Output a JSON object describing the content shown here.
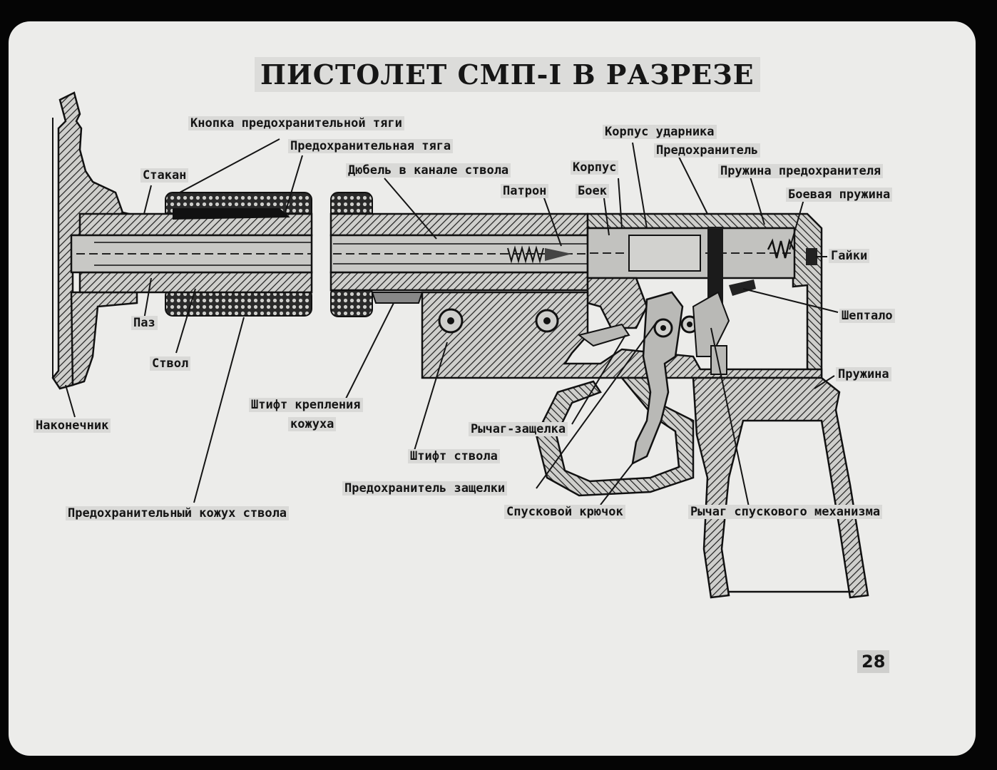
{
  "title": "ПИСТОЛЕТ СМП-I В РАЗРЕЗЕ",
  "page_number": "28",
  "labels": {
    "knopka": "Кнопка предохранительной тяги",
    "tyaga": "Предохранительная тяга",
    "stakan": "Стакан",
    "dyubel": "Дюбель в канале ствола",
    "patron": "Патрон",
    "korpus_udarnika": "Корпус ударника",
    "predokhranitel": "Предохранитель",
    "korpus": "Корпус",
    "boek": "Боек",
    "pruzhina_predokhranitelya": "Пружина предохранителя",
    "boevaya_pruzhina": "Боевая пружина",
    "gaiki": "Гайки",
    "sheptalo": "Шептало",
    "paz": "Паз",
    "stvol": "Ствол",
    "pruzhina": "Пружина",
    "shtift_krepleniya": "Штифт крепления",
    "kozhukha": "кожуха",
    "nakonechnik": "Наконечник",
    "rychag_zashchelka": "Рычаг-защелка",
    "shtift_stvola": "Штифт ствола",
    "predokhranitel_zashchelki": "Предохранитель защелки",
    "predokhranitelny_kozhukh": "Предохранительный кожух ствола",
    "spuskovoy_kryuchok": "Спусковой крючок",
    "rychag_spuskovogo": "Рычаг спускового механизма"
  },
  "colors": {
    "background": "#050505",
    "slide": "#ececea",
    "ink": "#141414",
    "label_bg": "#d9d9d7",
    "metal": "#b9b9b6"
  }
}
